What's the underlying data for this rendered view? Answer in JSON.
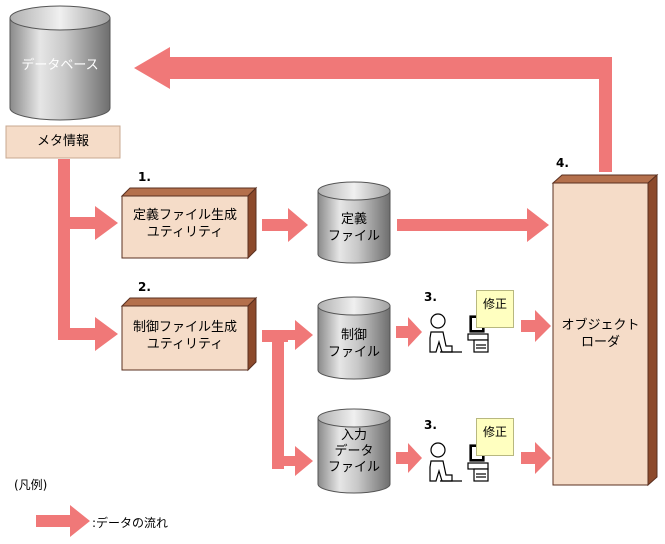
{
  "database": {
    "label": "データベース",
    "meta_label": "メタ情報"
  },
  "utilities": {
    "definition": {
      "step": "1.",
      "line1": "定義ファイル生成",
      "line2": "ユティリティ"
    },
    "control": {
      "step": "2.",
      "line1": "制御ファイル生成",
      "line2": "ユティリティ"
    }
  },
  "files": {
    "definition": {
      "line1": "定義",
      "line2": "ファイル"
    },
    "control": {
      "line1": "制御",
      "line2": "ファイル"
    },
    "input": {
      "line1": "入力",
      "line2": "データ",
      "line3": "ファイル"
    }
  },
  "edit": {
    "step_upper": "3.",
    "step_lower": "3.",
    "note_upper": "修正",
    "note_lower": "修正"
  },
  "loader": {
    "step": "4.",
    "line1": "オブジェクト",
    "line2": "ローダ"
  },
  "legend": {
    "title": "(凡例)",
    "arrow_text": ":データの流れ"
  },
  "colors": {
    "arrow": "#f07878",
    "box": "#f5dcc8",
    "box_side": "#a0583a",
    "cylinder": "#c0c0c0",
    "note": "#ffffc0"
  }
}
